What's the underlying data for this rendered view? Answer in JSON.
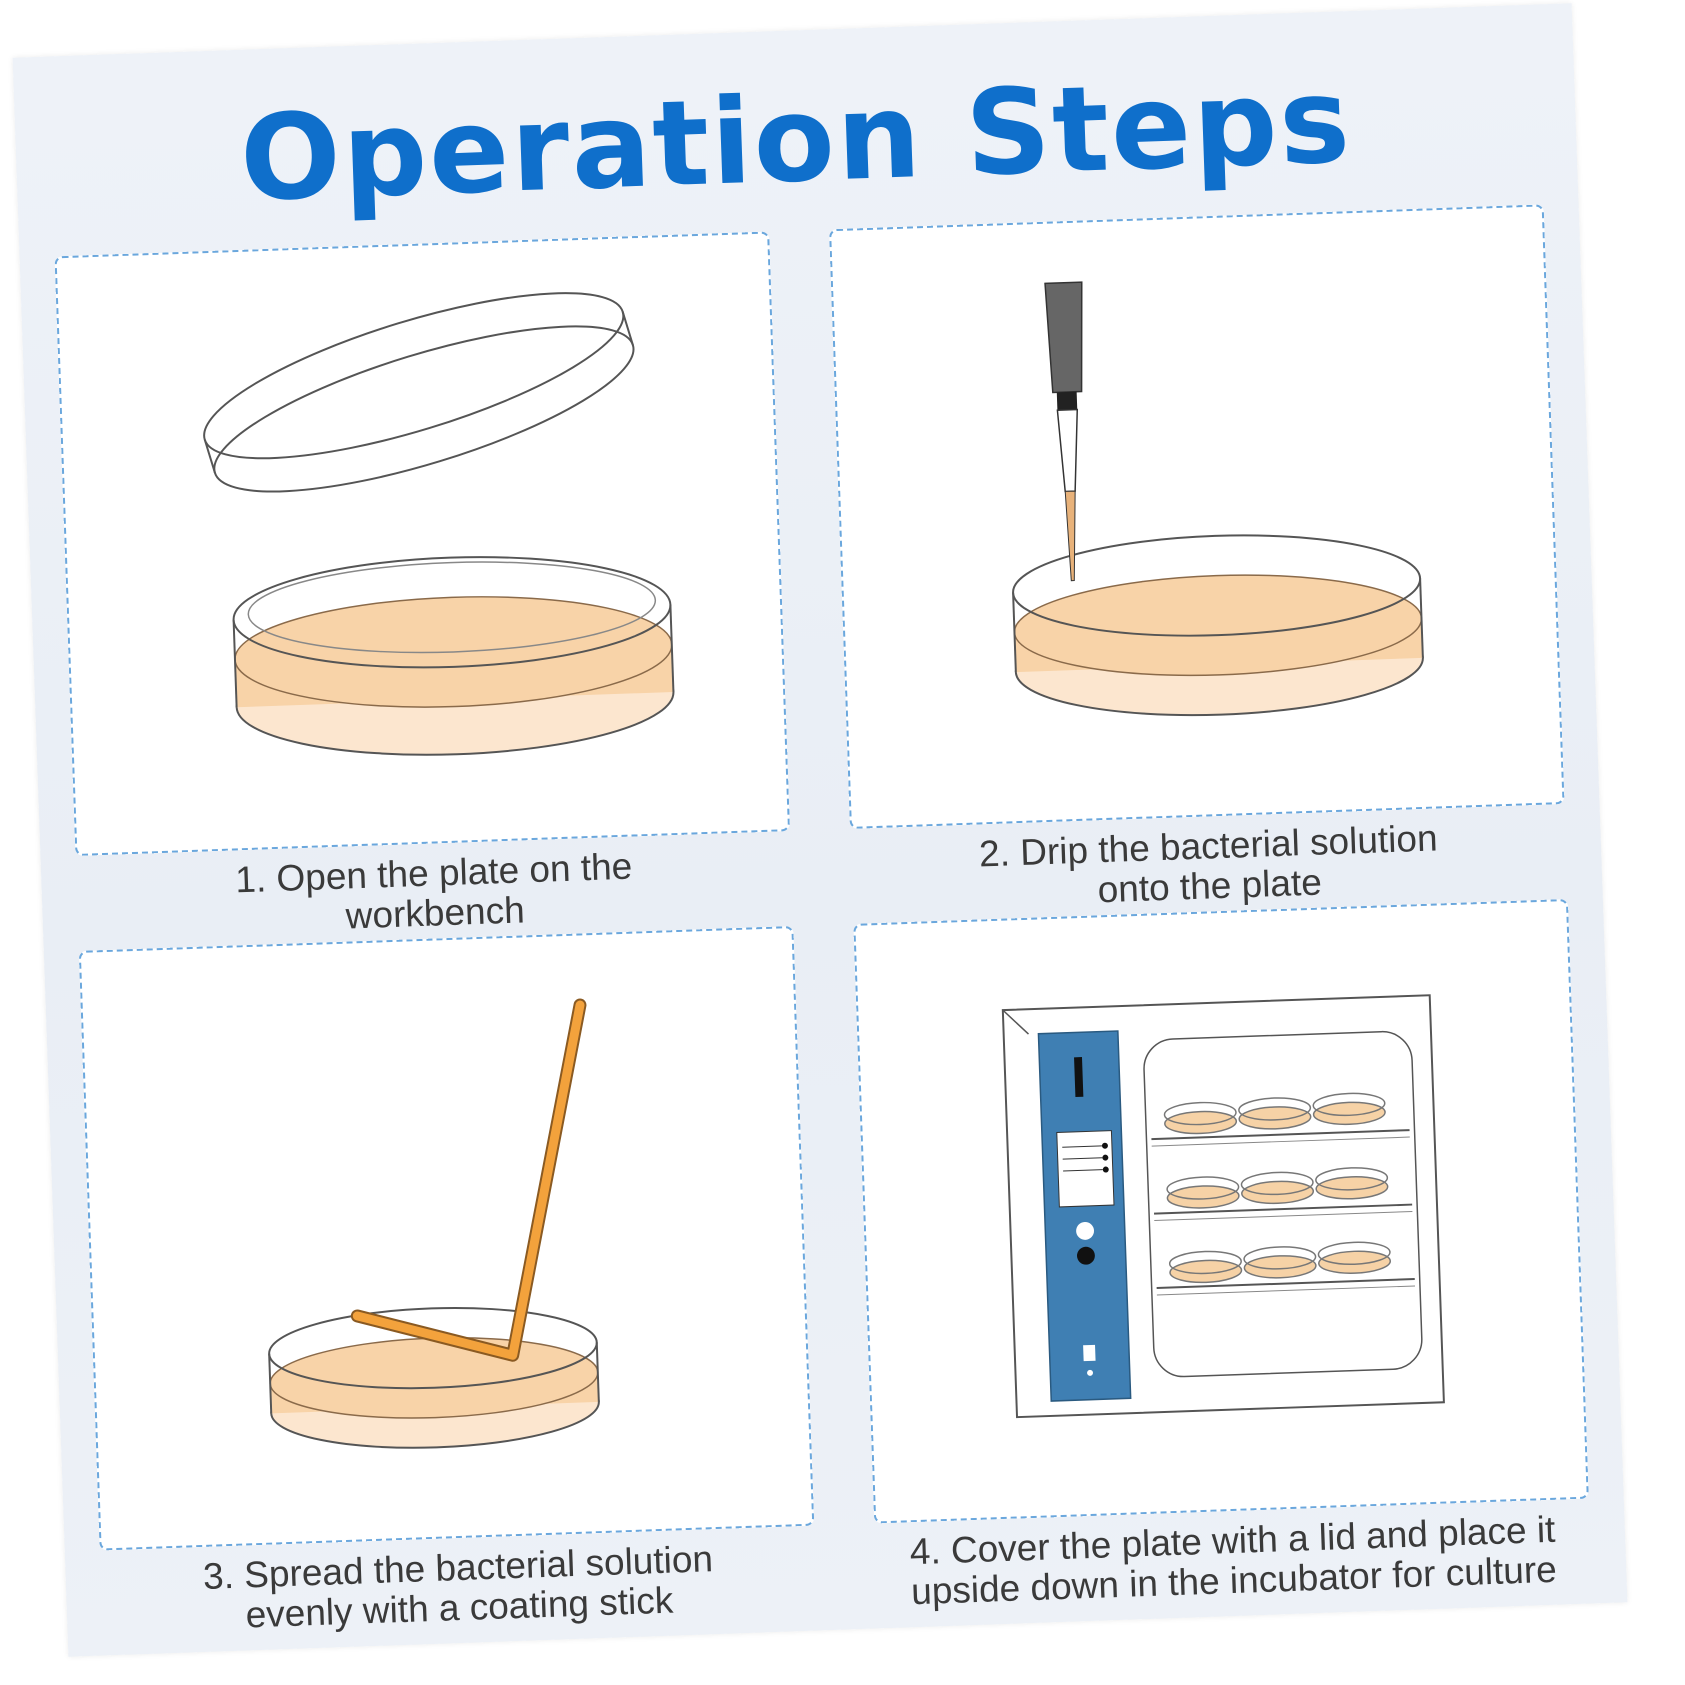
{
  "title": "Operation Steps",
  "steps": [
    {
      "line1": "1. Open the plate on the",
      "line2": "workbench"
    },
    {
      "line1": "2. Drip the bacterial solution",
      "line2": "onto the plate"
    },
    {
      "line1": "3. Spread the bacterial solution",
      "line2": "evenly with a coating stick"
    },
    {
      "line1": "4. Cover the plate with a lid and place it",
      "line2": "upside down in the incubator for culture"
    }
  ],
  "colors": {
    "title": "#0f6fcb",
    "agar": "#f8d3a8",
    "stick": "#f3a23c",
    "incubator_panel": "#3f7fb3",
    "border": "#6aa7dd"
  },
  "icons": [
    "petri-dish-icon",
    "pipette-icon",
    "coating-stick-icon",
    "incubator-icon"
  ]
}
